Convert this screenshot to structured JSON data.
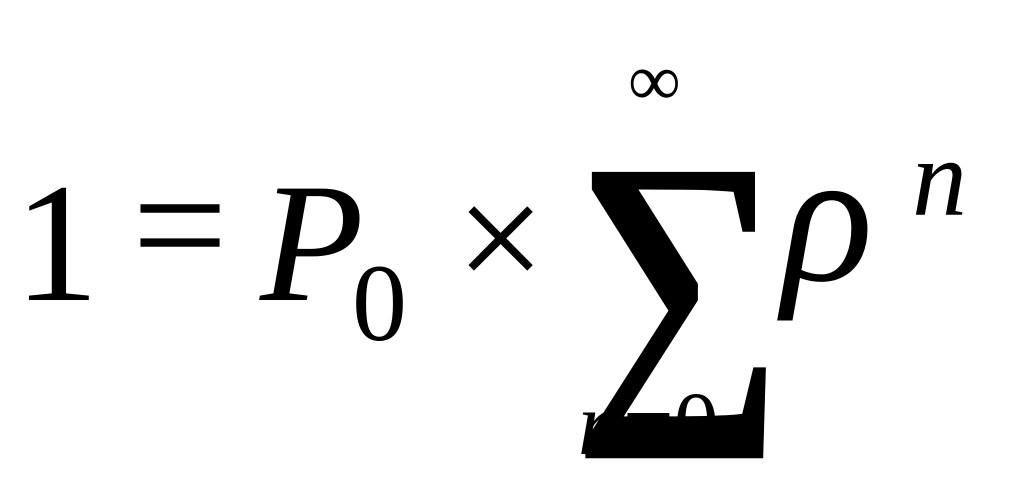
{
  "equation": {
    "lhs": "1",
    "equals": "=",
    "P": "P",
    "P_subscript": "0",
    "times": "×",
    "sum_symbol": "∑",
    "sum_upper": "∞",
    "sum_lower_var": "n",
    "sum_lower_eq": "=",
    "sum_lower_val": "0",
    "base": "ρ",
    "exponent": "n"
  }
}
